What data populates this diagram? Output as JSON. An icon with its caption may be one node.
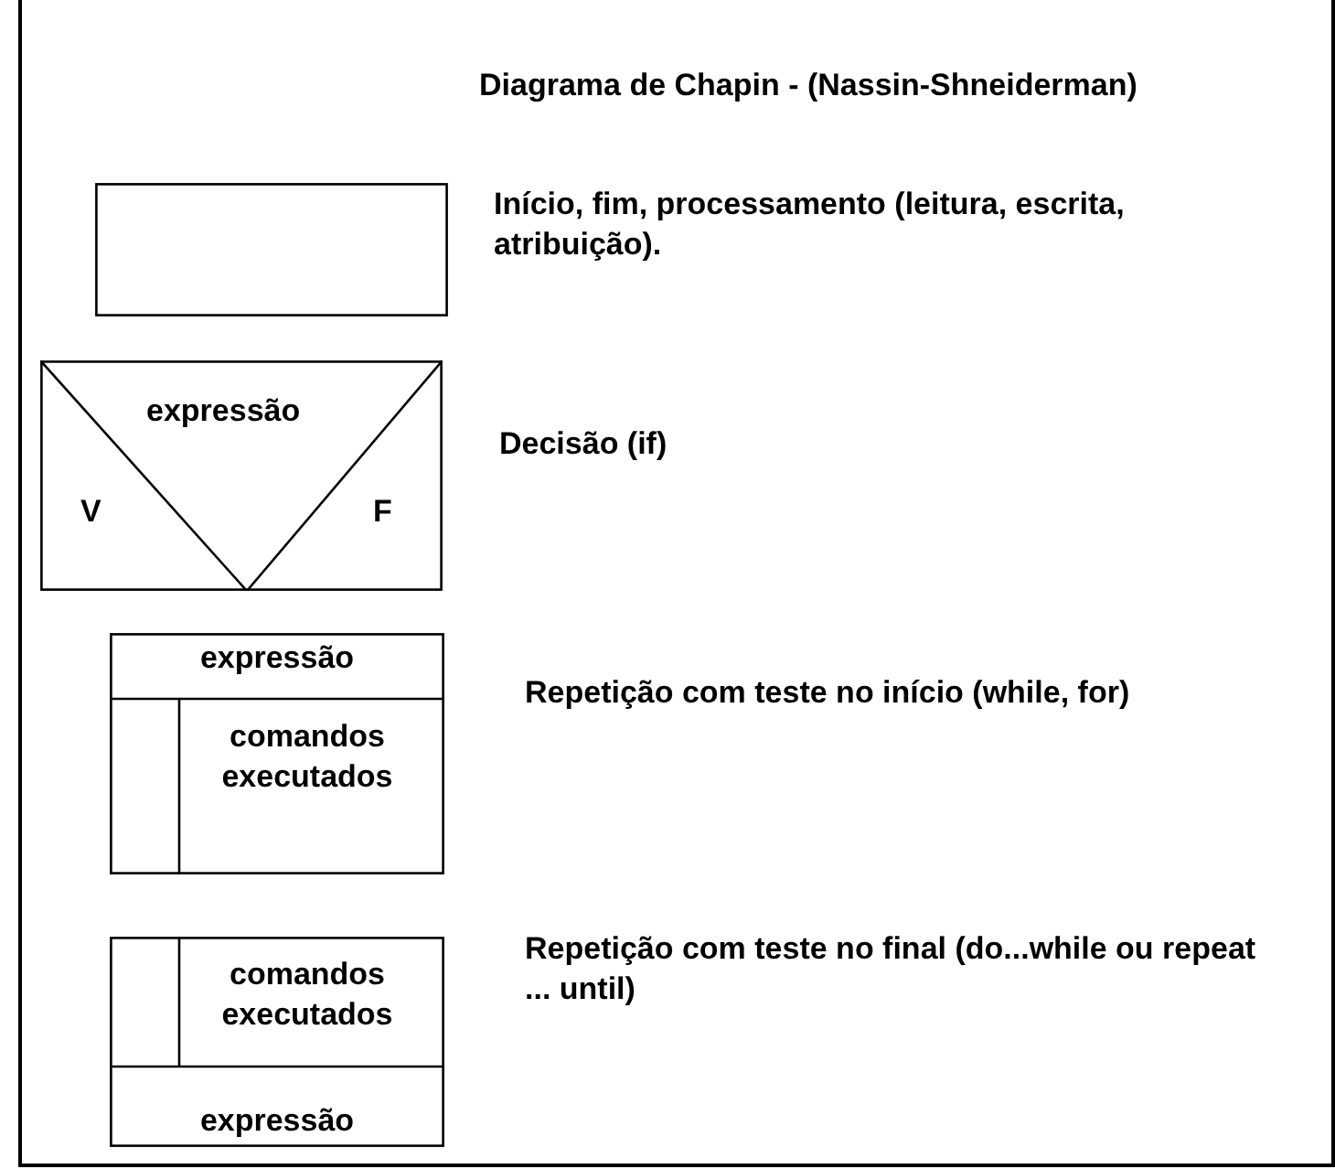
{
  "diagram": {
    "title": "Diagrama de Chapin - (Nassin-Shneiderman)",
    "nodes": [
      {
        "text": [],
        "shape": "box",
        "beside": [
          "Início, fim, processamento (leitura, escrita, atribuição)."
        ]
      },
      {
        "text": [
          "expressão",
          "V",
          "F"
        ],
        "beside": [
          "Decisão (if)"
        ]
      },
      {
        "text": [
          "expressão",
          "comandos executados"
        ],
        "beside": [
          "Repetição com teste no início (while, for)"
        ]
      },
      {
        "text": [
          "comandos executados",
          "expressão"
        ],
        "beside": [
          "Repetição com teste no final (do...while ou repeat ... until)"
        ]
      }
    ]
  }
}
